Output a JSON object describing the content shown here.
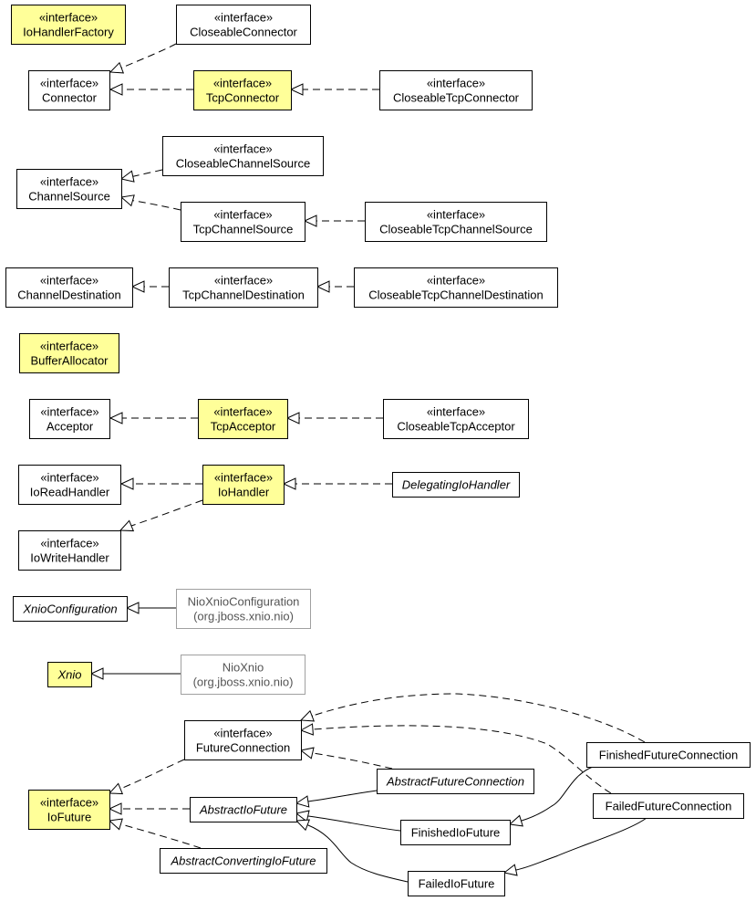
{
  "diagram": {
    "colors": {
      "highlight_fill": "#ffff99",
      "default_fill": "#ffffff",
      "border": "#000000",
      "external_border": "#a0a0a0",
      "external_text": "#555555"
    },
    "nodes": [
      {
        "id": "IoHandlerFactory",
        "lines": [
          "«interface»",
          "IoHandlerFactory"
        ],
        "highlight": true
      },
      {
        "id": "CloseableConnector",
        "lines": [
          "«interface»",
          "CloseableConnector"
        ]
      },
      {
        "id": "Connector",
        "lines": [
          "«interface»",
          "Connector"
        ]
      },
      {
        "id": "TcpConnector",
        "lines": [
          "«interface»",
          "TcpConnector"
        ],
        "highlight": true
      },
      {
        "id": "CloseableTcpConnector",
        "lines": [
          "«interface»",
          "CloseableTcpConnector"
        ]
      },
      {
        "id": "CloseableChannelSource",
        "lines": [
          "«interface»",
          "CloseableChannelSource"
        ]
      },
      {
        "id": "ChannelSource",
        "lines": [
          "«interface»",
          "ChannelSource"
        ]
      },
      {
        "id": "TcpChannelSource",
        "lines": [
          "«interface»",
          "TcpChannelSource"
        ]
      },
      {
        "id": "CloseableTcpChannelSource",
        "lines": [
          "«interface»",
          "CloseableTcpChannelSource"
        ]
      },
      {
        "id": "ChannelDestination",
        "lines": [
          "«interface»",
          "ChannelDestination"
        ]
      },
      {
        "id": "TcpChannelDestination",
        "lines": [
          "«interface»",
          "TcpChannelDestination"
        ]
      },
      {
        "id": "CloseableTcpChannelDestination",
        "lines": [
          "«interface»",
          "CloseableTcpChannelDestination"
        ]
      },
      {
        "id": "BufferAllocator",
        "lines": [
          "«interface»",
          "BufferAllocator"
        ],
        "highlight": true
      },
      {
        "id": "Acceptor",
        "lines": [
          "«interface»",
          "Acceptor"
        ]
      },
      {
        "id": "TcpAcceptor",
        "lines": [
          "«interface»",
          "TcpAcceptor"
        ],
        "highlight": true
      },
      {
        "id": "CloseableTcpAcceptor",
        "lines": [
          "«interface»",
          "CloseableTcpAcceptor"
        ]
      },
      {
        "id": "IoReadHandler",
        "lines": [
          "«interface»",
          "IoReadHandler"
        ]
      },
      {
        "id": "IoHandler",
        "lines": [
          "«interface»",
          "IoHandler"
        ],
        "highlight": true
      },
      {
        "id": "DelegatingIoHandler",
        "lines": [
          "DelegatingIoHandler"
        ],
        "italic": true
      },
      {
        "id": "IoWriteHandler",
        "lines": [
          "«interface»",
          "IoWriteHandler"
        ]
      },
      {
        "id": "XnioConfiguration",
        "lines": [
          "XnioConfiguration"
        ],
        "italic": true
      },
      {
        "id": "NioXnioConfiguration",
        "lines": [
          "NioXnioConfiguration",
          "(org.jboss.xnio.nio)"
        ],
        "external": true
      },
      {
        "id": "Xnio",
        "lines": [
          "Xnio"
        ],
        "italic": true,
        "highlight": true
      },
      {
        "id": "NioXnio",
        "lines": [
          "NioXnio",
          "(org.jboss.xnio.nio)"
        ],
        "external": true
      },
      {
        "id": "FutureConnection",
        "lines": [
          "«interface»",
          "FutureConnection"
        ]
      },
      {
        "id": "FinishedFutureConnection",
        "lines": [
          "FinishedFutureConnection"
        ]
      },
      {
        "id": "AbstractFutureConnection",
        "lines": [
          "AbstractFutureConnection"
        ],
        "italic": true
      },
      {
        "id": "FailedFutureConnection",
        "lines": [
          "FailedFutureConnection"
        ]
      },
      {
        "id": "IoFuture",
        "lines": [
          "«interface»",
          "IoFuture"
        ],
        "highlight": true
      },
      {
        "id": "AbstractIoFuture",
        "lines": [
          "AbstractIoFuture"
        ],
        "italic": true
      },
      {
        "id": "FinishedIoFuture",
        "lines": [
          "FinishedIoFuture"
        ]
      },
      {
        "id": "AbstractConvertingIoFuture",
        "lines": [
          "AbstractConvertingIoFuture"
        ],
        "italic": true
      },
      {
        "id": "FailedIoFuture",
        "lines": [
          "FailedIoFuture"
        ]
      }
    ],
    "edges": [
      {
        "from": "CloseableConnector",
        "to": "Connector",
        "kind": "realization"
      },
      {
        "from": "TcpConnector",
        "to": "Connector",
        "kind": "realization"
      },
      {
        "from": "CloseableTcpConnector",
        "to": "TcpConnector",
        "kind": "realization"
      },
      {
        "from": "CloseableChannelSource",
        "to": "ChannelSource",
        "kind": "realization"
      },
      {
        "from": "TcpChannelSource",
        "to": "ChannelSource",
        "kind": "realization"
      },
      {
        "from": "CloseableTcpChannelSource",
        "to": "TcpChannelSource",
        "kind": "realization"
      },
      {
        "from": "TcpChannelDestination",
        "to": "ChannelDestination",
        "kind": "realization"
      },
      {
        "from": "CloseableTcpChannelDestination",
        "to": "TcpChannelDestination",
        "kind": "realization"
      },
      {
        "from": "TcpAcceptor",
        "to": "Acceptor",
        "kind": "realization"
      },
      {
        "from": "CloseableTcpAcceptor",
        "to": "TcpAcceptor",
        "kind": "realization"
      },
      {
        "from": "IoHandler",
        "to": "IoReadHandler",
        "kind": "realization"
      },
      {
        "from": "IoHandler",
        "to": "IoWriteHandler",
        "kind": "realization"
      },
      {
        "from": "DelegatingIoHandler",
        "to": "IoHandler",
        "kind": "realization"
      },
      {
        "from": "NioXnioConfiguration",
        "to": "XnioConfiguration",
        "kind": "generalization"
      },
      {
        "from": "NioXnio",
        "to": "Xnio",
        "kind": "generalization"
      },
      {
        "from": "FutureConnection",
        "to": "IoFuture",
        "kind": "realization"
      },
      {
        "from": "AbstractIoFuture",
        "to": "IoFuture",
        "kind": "realization"
      },
      {
        "from": "AbstractConvertingIoFuture",
        "to": "IoFuture",
        "kind": "realization"
      },
      {
        "from": "FinishedFutureConnection",
        "to": "FutureConnection",
        "kind": "realization"
      },
      {
        "from": "FailedFutureConnection",
        "to": "FutureConnection",
        "kind": "realization"
      },
      {
        "from": "AbstractFutureConnection",
        "to": "FutureConnection",
        "kind": "realization"
      },
      {
        "from": "AbstractFutureConnection",
        "to": "AbstractIoFuture",
        "kind": "generalization"
      },
      {
        "from": "FinishedIoFuture",
        "to": "AbstractIoFuture",
        "kind": "generalization"
      },
      {
        "from": "FailedIoFuture",
        "to": "AbstractIoFuture",
        "kind": "generalization"
      },
      {
        "from": "FinishedFutureConnection",
        "to": "FinishedIoFuture",
        "kind": "generalization"
      },
      {
        "from": "FailedFutureConnection",
        "to": "FailedIoFuture",
        "kind": "generalization"
      }
    ]
  }
}
